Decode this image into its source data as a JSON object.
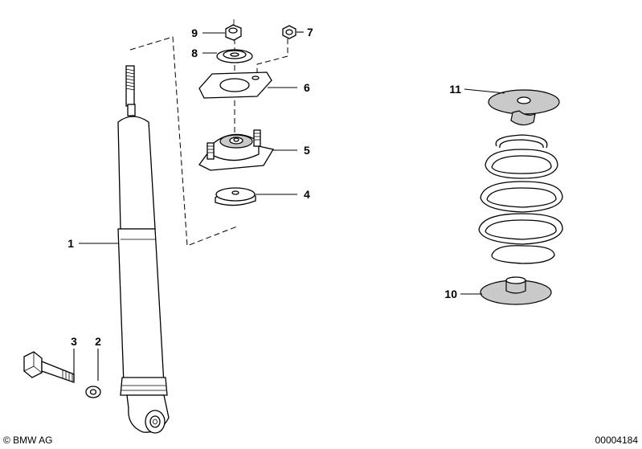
{
  "callouts": [
    {
      "id": "1",
      "part": "shock-absorber"
    },
    {
      "id": "2",
      "part": "washer"
    },
    {
      "id": "3",
      "part": "hex-bolt"
    },
    {
      "id": "4",
      "part": "lower-support-disc"
    },
    {
      "id": "5",
      "part": "support-bearing"
    },
    {
      "id": "6",
      "part": "gasket"
    },
    {
      "id": "7",
      "part": "hex-nut"
    },
    {
      "id": "8",
      "part": "upper-support-disc"
    },
    {
      "id": "9",
      "part": "self-locking-nut"
    },
    {
      "id": "10",
      "part": "lower-spring-pad"
    },
    {
      "id": "11",
      "part": "upper-spring-pad"
    }
  ],
  "footer": {
    "copyright": "© BMW AG",
    "diagram_number": "00004184"
  }
}
